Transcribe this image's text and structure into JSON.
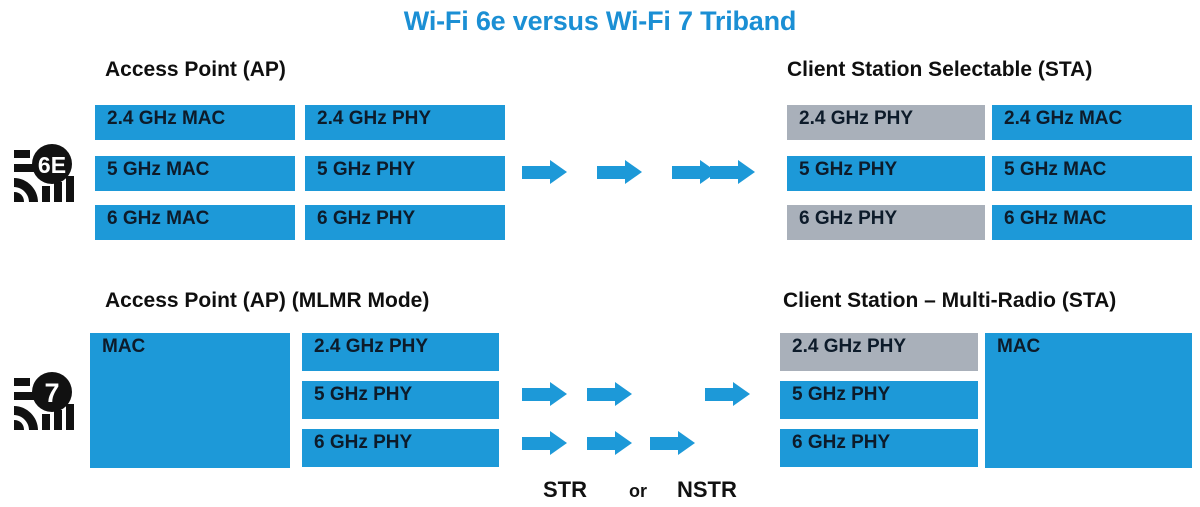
{
  "title": "Wi-Fi 6e versus Wi-Fi 7 Triband",
  "colors": {
    "title_blue": "#1b8fd4",
    "block_blue": "#1d99d8",
    "block_gray": "#a9b0ba",
    "text_dark": "#0d1b2a",
    "badge_black": "#111111"
  },
  "sections": {
    "wifi6e": {
      "badge_label": "6E",
      "badge_name": "wifi-6e-icon",
      "ap": {
        "heading": "Access Point (AP)",
        "mac_column": [
          {
            "label": "2.4 GHz MAC",
            "state": "active"
          },
          {
            "label": "5 GHz MAC",
            "state": "active"
          },
          {
            "label": "6 GHz MAC",
            "state": "active"
          }
        ],
        "phy_column": [
          {
            "label": "2.4 GHz PHY",
            "state": "active"
          },
          {
            "label": "5 GHz PHY",
            "state": "active"
          },
          {
            "label": "6 GHz PHY",
            "state": "active"
          }
        ]
      },
      "link": {
        "arrow_count": 4,
        "rows": 1
      },
      "sta": {
        "heading": "Client Station Selectable (STA)",
        "phy_column": [
          {
            "label": "2.4 GHz PHY",
            "state": "inactive"
          },
          {
            "label": "5 GHz PHY",
            "state": "active"
          },
          {
            "label": "6 GHz PHY",
            "state": "inactive"
          }
        ],
        "mac_column": [
          {
            "label": "2.4 GHz MAC",
            "state": "active"
          },
          {
            "label": "5 GHz MAC",
            "state": "active"
          },
          {
            "label": "6 GHz MAC",
            "state": "active"
          }
        ]
      }
    },
    "wifi7": {
      "badge_label": "7",
      "badge_name": "wifi-7-icon",
      "ap": {
        "heading": "Access Point (AP) (MLMR Mode)",
        "mac_block": {
          "label": "MAC",
          "state": "active"
        },
        "phy_column": [
          {
            "label": "2.4 GHz PHY",
            "state": "active"
          },
          {
            "label": "5 GHz PHY",
            "state": "active"
          },
          {
            "label": "6 GHz PHY",
            "state": "active"
          }
        ]
      },
      "link": {
        "row_top_arrows": [
          true,
          true,
          false,
          true
        ],
        "row_bottom_arrows": [
          true,
          true,
          true,
          false
        ],
        "label_str": "STR",
        "label_or": "or",
        "label_nstr": "NSTR"
      },
      "sta": {
        "heading": "Client Station – Multi-Radio (STA)",
        "phy_column": [
          {
            "label": "2.4 GHz PHY",
            "state": "inactive"
          },
          {
            "label": "5 GHz PHY",
            "state": "active"
          },
          {
            "label": "6 GHz PHY",
            "state": "active"
          }
        ],
        "mac_block": {
          "label": "MAC",
          "state": "active"
        }
      }
    }
  }
}
